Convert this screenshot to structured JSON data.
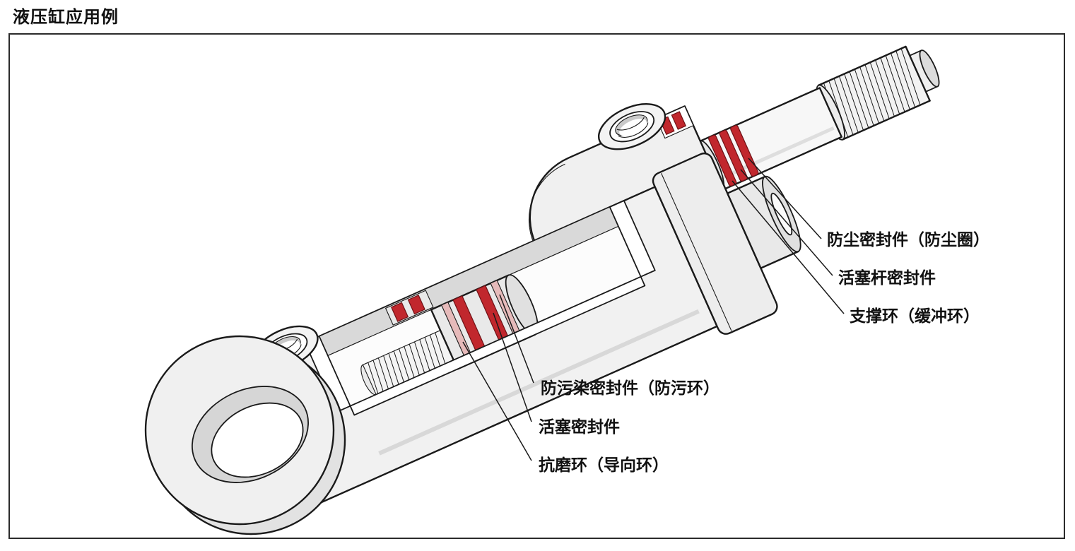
{
  "title": "液压缸应用例",
  "figure": {
    "kind": "hydraulic-cylinder-cutaway-diagram",
    "accent_color": "#c1272d",
    "line_color": "#1a1a1a",
    "body_fill": "#f1f1f1"
  },
  "labels": {
    "dust_seal": "防尘密封件（防尘圈）",
    "rod_seal": "活塞杆密封件",
    "support_ring": "支撑环（缓冲环）",
    "anti_pollution_seal": "防污染密封件（防污环）",
    "piston_seal": "活塞密封件",
    "wear_ring": "抗磨环（导向环）"
  }
}
